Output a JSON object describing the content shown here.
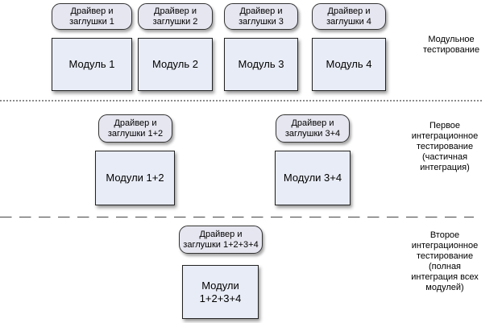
{
  "row1": {
    "pills": [
      "Драйвер и\nзаглушки 1",
      "Драйвер и\nзаглушки 2",
      "Драйвер и\nзаглушки 3",
      "Драйвер и\nзаглушки 4"
    ],
    "modules": [
      "Модуль 1",
      "Модуль 2",
      "Модуль 3",
      "Модуль 4"
    ],
    "label": "Модульное\nтестирование"
  },
  "row2": {
    "pills": [
      "Драйвер и\nзаглушки 1+2",
      "Драйвер и\nзаглушки 3+4"
    ],
    "modules": [
      "Модули 1+2",
      "Модули 3+4"
    ],
    "label": "Первое\nинтеграционное\nтестирование\n(частичная\nинтеграция)"
  },
  "row3": {
    "pill": "Драйвер и\nзаглушки 1+2+3+4",
    "module": "Модули\n1+2+3+4",
    "label": "Второе\nинтеграционное\nтестирование\n(полная\nинтеграция всех\nмодулей)"
  }
}
